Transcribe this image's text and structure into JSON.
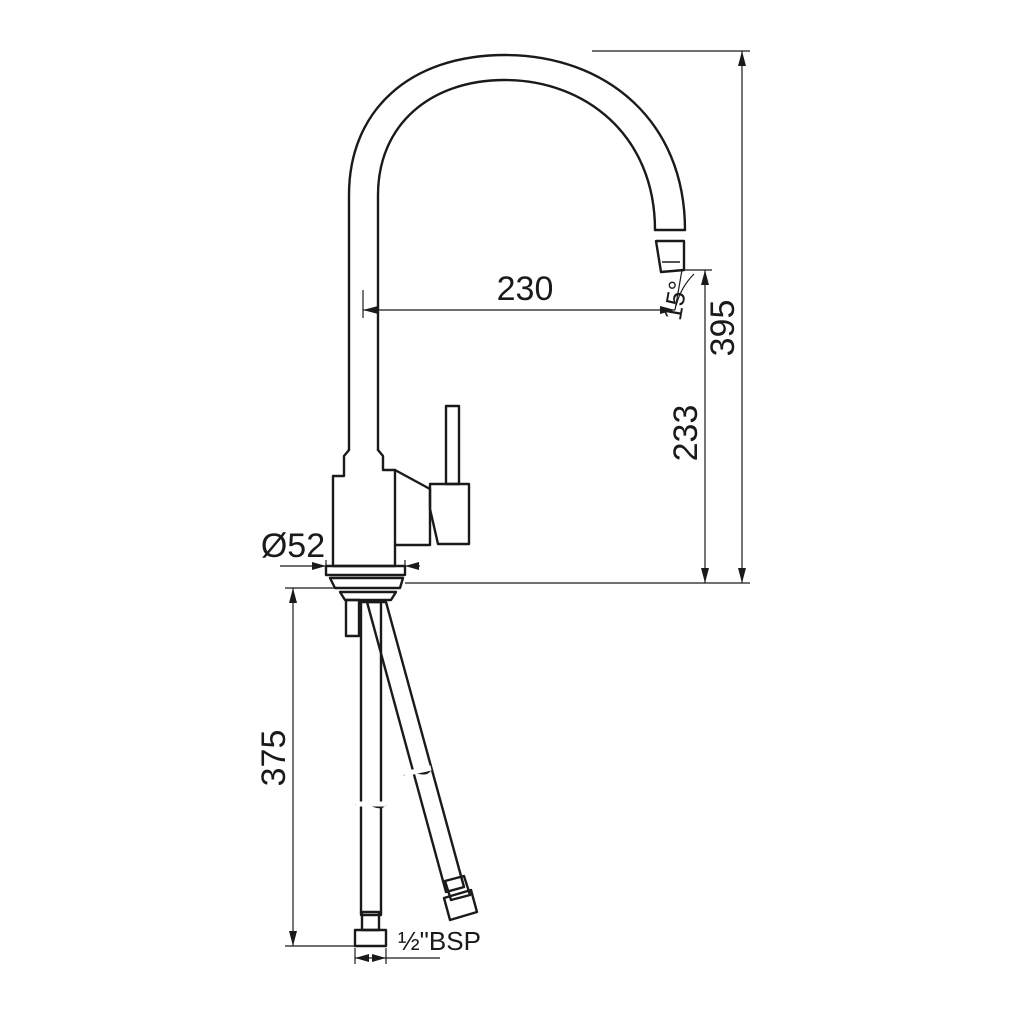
{
  "drawing": {
    "line_color": "#1a1a1a",
    "background": "#ffffff",
    "dimensions": {
      "spout_reach": "230",
      "outlet_angle": "15°",
      "total_height": "395",
      "outlet_height": "233",
      "base_diameter": "Ø52",
      "hose_length": "375",
      "hose_thread": "½\"BSP"
    }
  }
}
